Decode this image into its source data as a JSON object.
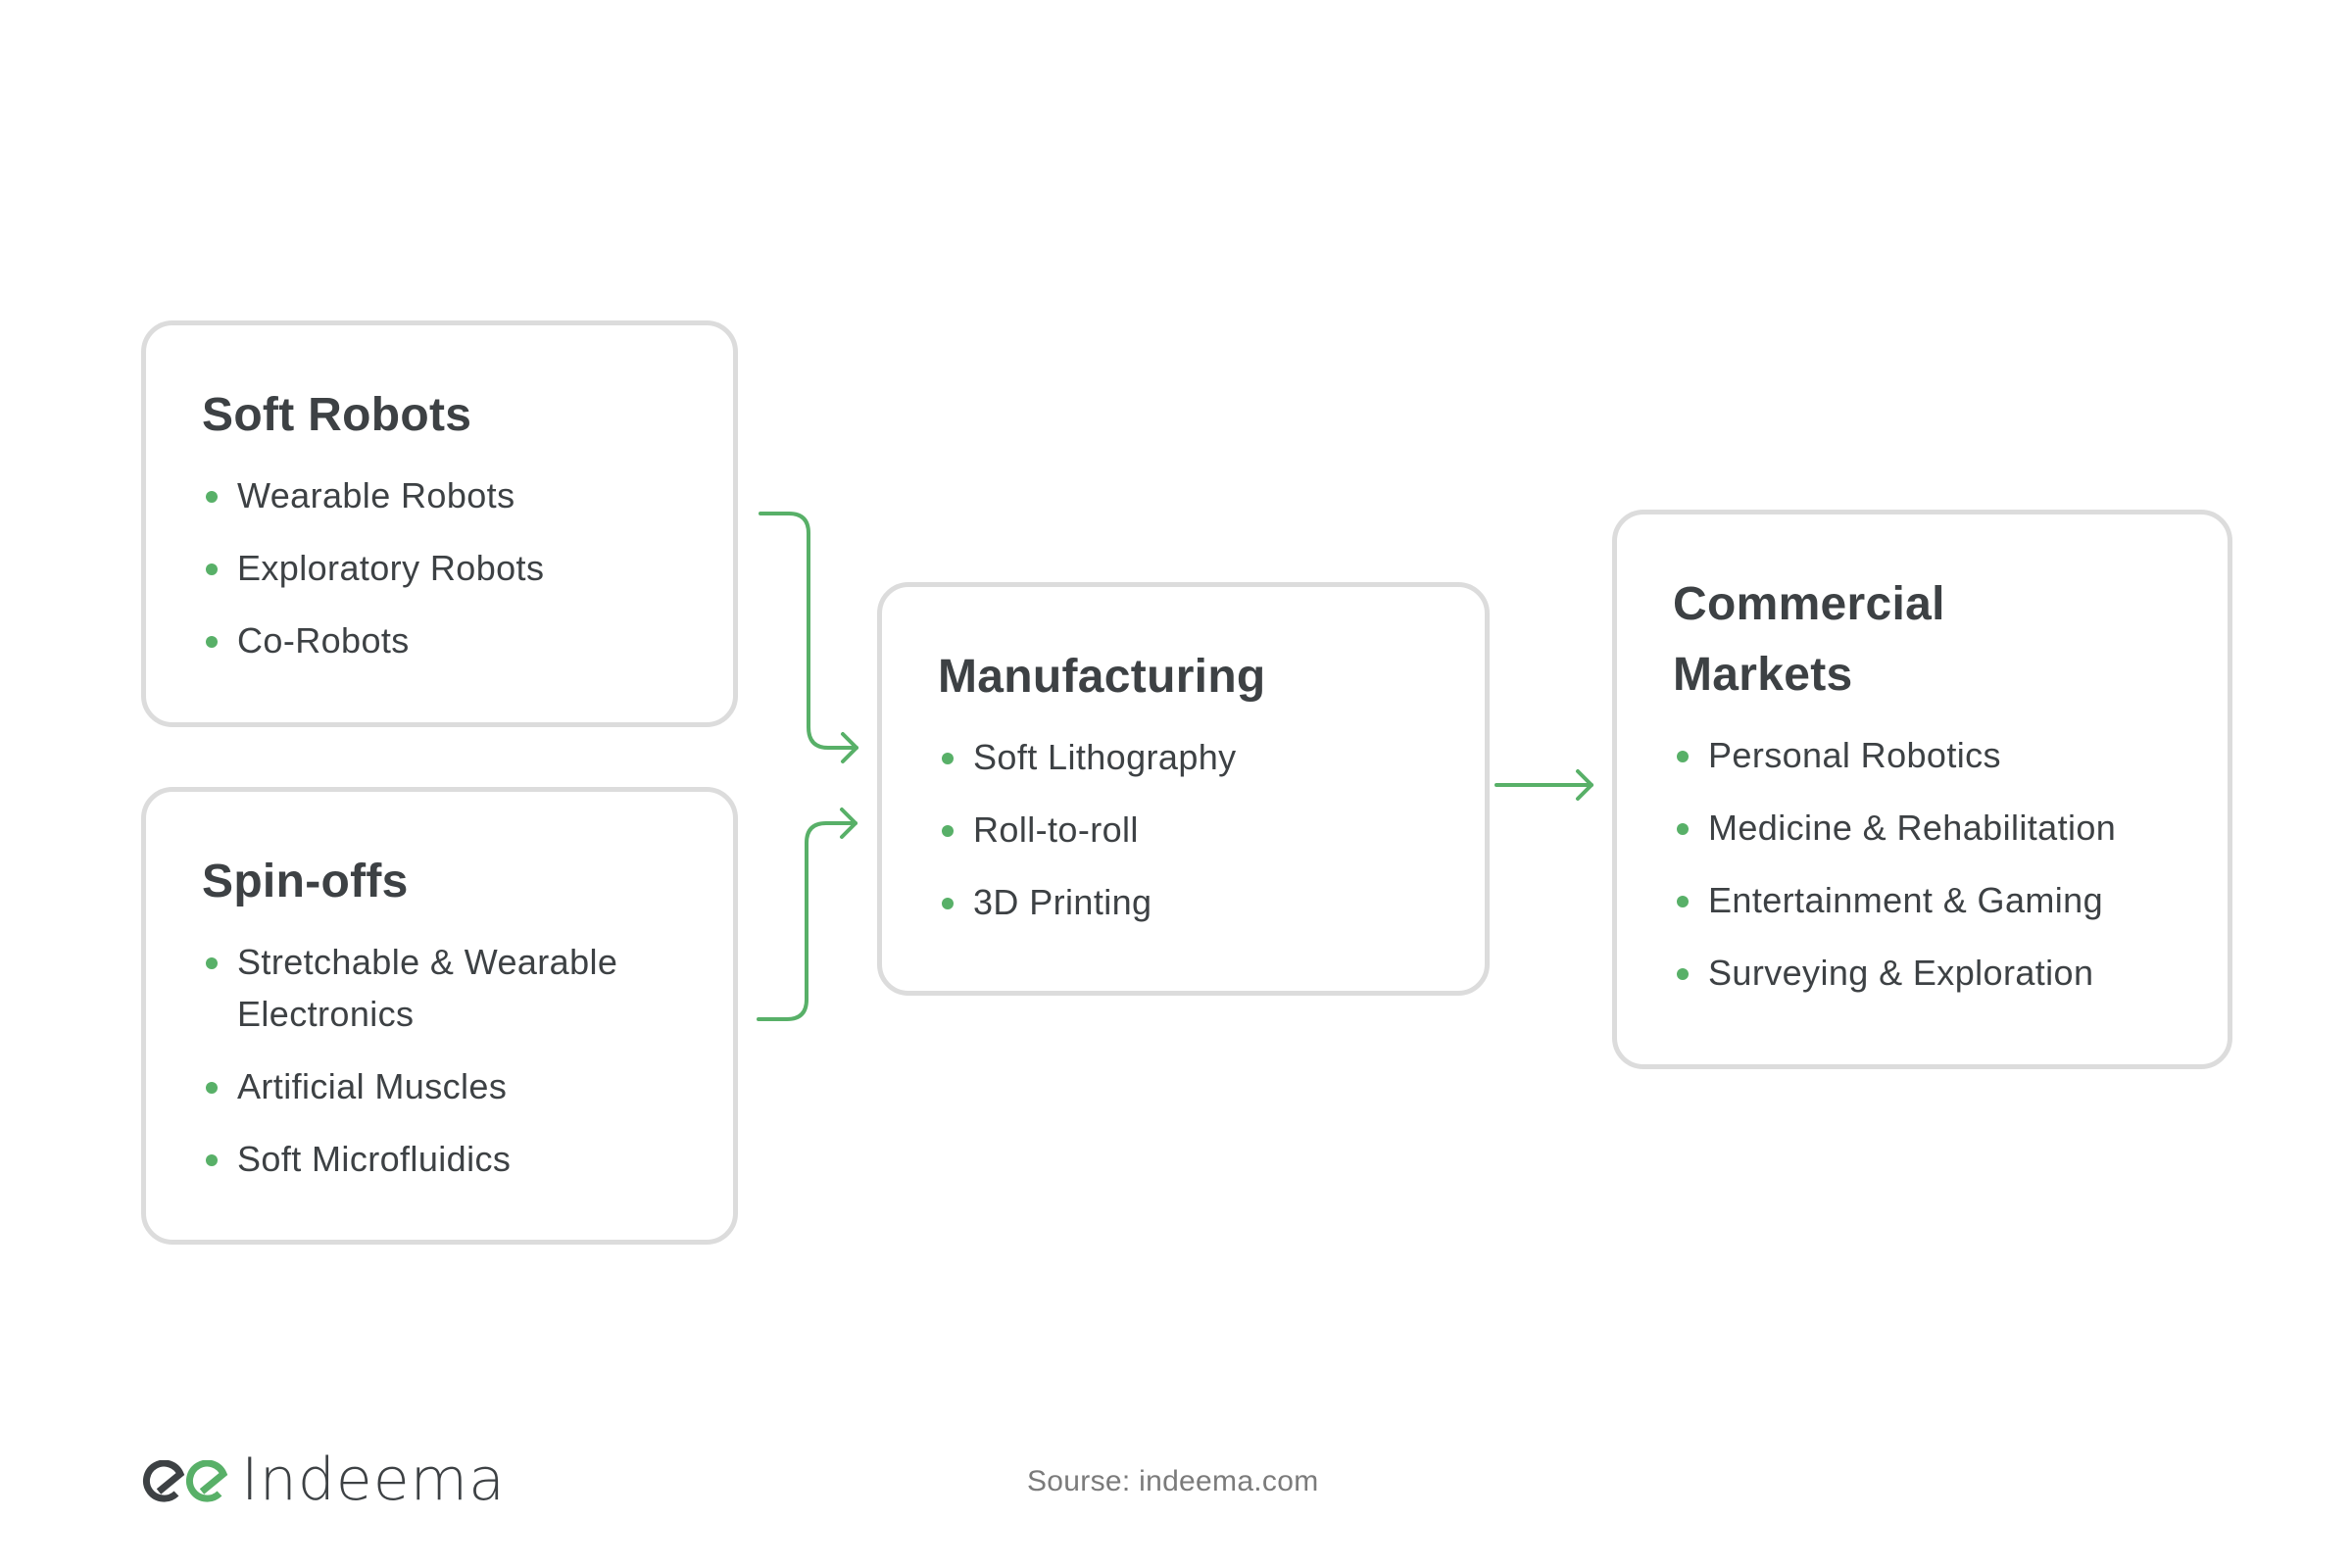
{
  "colors": {
    "accent": "#58b068",
    "text": "#3d4144",
    "card_border": "#dcdcdc",
    "source_text": "#7b7b7b"
  },
  "cards": {
    "soft_robots": {
      "title": "Soft Robots",
      "items": [
        "Wearable Robots",
        "Exploratory Robots",
        "Co-Robots"
      ]
    },
    "spin_offs": {
      "title": "Spin-offs",
      "items": [
        "Stretchable & Wearable Electronics",
        "Artificial Muscles",
        "Soft Microfluidics"
      ]
    },
    "manufacturing": {
      "title": "Manufacturing",
      "items": [
        "Soft Lithography",
        "Roll-to-roll",
        "3D Printing"
      ]
    },
    "commercial_markets": {
      "title": "Commercial Markets",
      "items": [
        "Personal Robotics",
        "Medicine & Rehabilitation",
        "Entertainment & Gaming",
        "Surveying & Exploration"
      ]
    }
  },
  "connections": [
    {
      "from": "Soft Robots",
      "to": "Manufacturing"
    },
    {
      "from": "Spin-offs",
      "to": "Manufacturing"
    },
    {
      "from": "Manufacturing",
      "to": "Commercial Markets"
    }
  ],
  "footer": {
    "logo_text": "Indeema",
    "logo_icon": "ee-logo-icon",
    "source": "Sourse: indeema.com"
  }
}
